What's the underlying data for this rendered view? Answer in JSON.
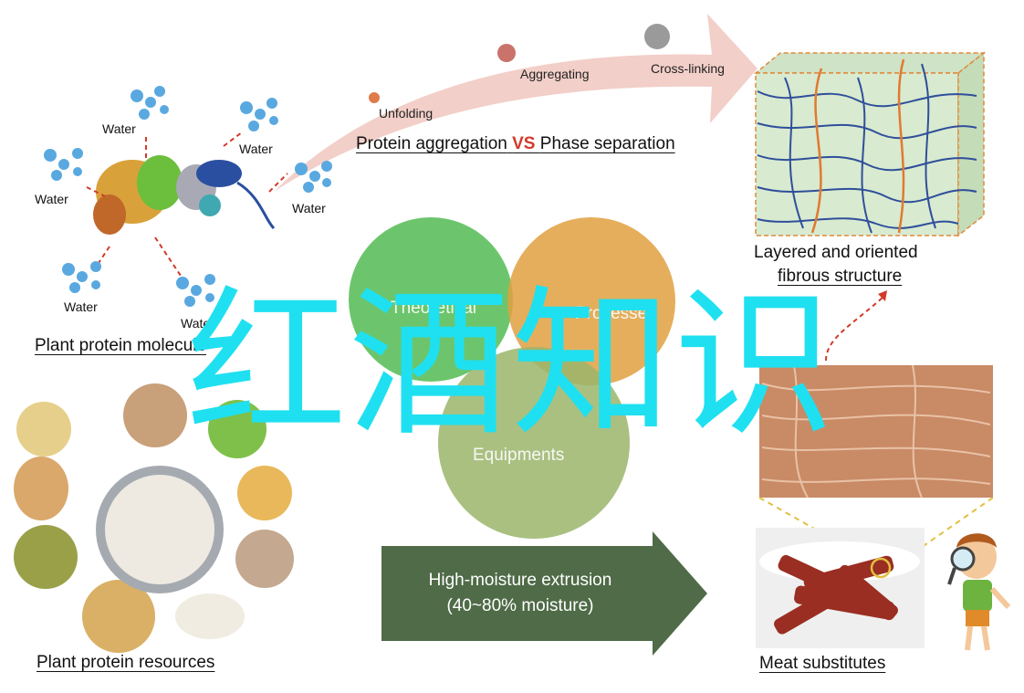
{
  "molecule": {
    "water_labels": [
      "Water",
      "Water",
      "Water",
      "Water",
      "Water",
      "Water"
    ],
    "caption": "Plant protein molecule"
  },
  "process_arrow": {
    "steps": [
      "Unfolding",
      "Aggregating",
      "Cross-linking"
    ],
    "caption_left": "Protein aggregation",
    "caption_vs": "VS",
    "caption_right": "Phase separation"
  },
  "structure": {
    "caption_line1": "Layered and oriented",
    "caption_line2": "fibrous structure"
  },
  "venn": {
    "labels": [
      "Theoretical",
      "Processes",
      "Equipments"
    ]
  },
  "overlay_text": "红酒知识",
  "resources": {
    "caption": "Plant protein resources"
  },
  "extrusion_arrow": {
    "line1": "High-moisture extrusion",
    "line2": "(40~80% moisture)"
  },
  "meat": {
    "caption": "Meat substitutes"
  },
  "colors": {
    "arrow_pink": "#f2cfc8",
    "extrusion_green": "#4f6b47",
    "venn_green": "#5cbf5c",
    "venn_orange": "#e0a040",
    "venn_olive": "#9bb56b",
    "overlay_cyan": "#1fe0f0",
    "vs_red": "#d23a2a"
  }
}
